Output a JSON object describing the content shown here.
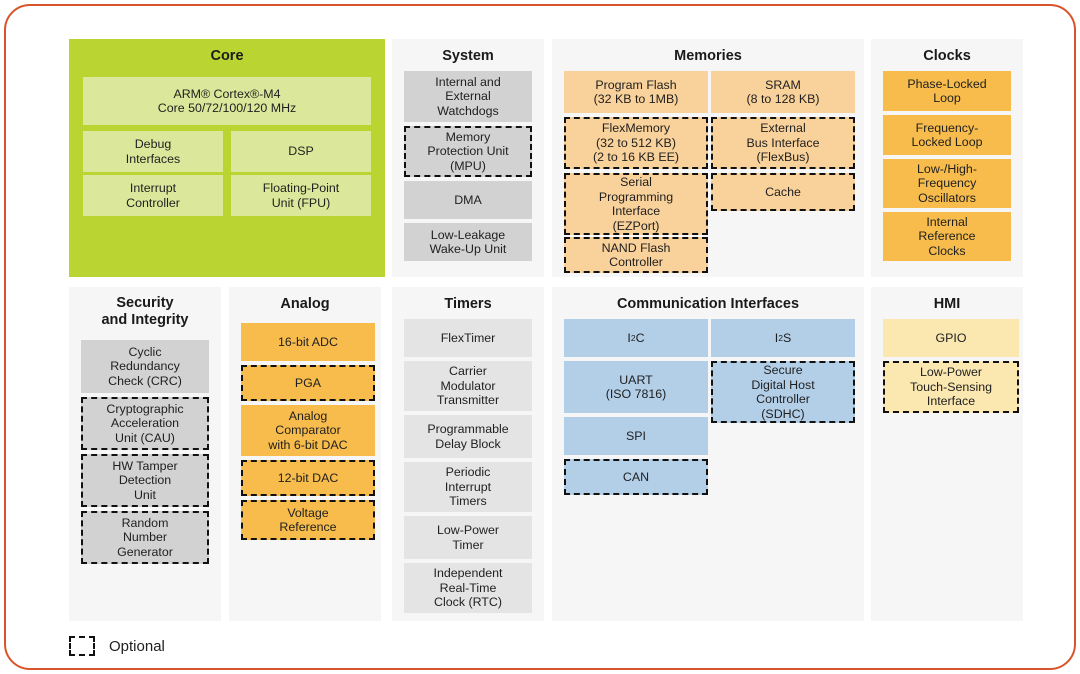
{
  "legend": {
    "optional_label": "Optional",
    "swatch_name": "dashed-box"
  },
  "colors": {
    "frame_border": "#d9542b",
    "core_panel": "#bad532",
    "core_block": "#dbe79a",
    "panel_bg": "#f6f6f6",
    "gray_block": "#d2d2d2",
    "timer_block": "#e4e4e4",
    "orange_block": "#f7bc4b",
    "peach_block": "#f9d19a",
    "blue_block": "#b3cfe8",
    "cream_block": "#fbe7b0"
  },
  "panels": {
    "core": {
      "title": "Core",
      "blocks": [
        {
          "label": "ARM® Cortex®-M4\nCore 50/72/100/120 MHz",
          "optional": false
        },
        {
          "label": "Debug\nInterfaces",
          "optional": false
        },
        {
          "label": "DSP",
          "optional": false
        },
        {
          "label": "Interrupt\nController",
          "optional": false
        },
        {
          "label": "Floating-Point\nUnit (FPU)",
          "optional": false
        }
      ]
    },
    "system": {
      "title": "System",
      "blocks": [
        {
          "label": "Internal and\nExternal\nWatchdogs",
          "optional": false
        },
        {
          "label": "Memory\nProtection Unit\n(MPU)",
          "optional": true
        },
        {
          "label": "DMA",
          "optional": false
        },
        {
          "label": "Low-Leakage\nWake-Up Unit",
          "optional": false
        }
      ]
    },
    "memories": {
      "title": "Memories",
      "blocks_left": [
        {
          "label": "Program Flash\n(32 KB to 1MB)",
          "optional": false
        },
        {
          "label": "FlexMemory\n(32 to 512 KB)\n(2 to 16 KB EE)",
          "optional": true
        },
        {
          "label": "Serial\nProgramming\nInterface\n(EZPort)",
          "optional": true
        },
        {
          "label": "NAND Flash\nController",
          "optional": true
        }
      ],
      "blocks_right": [
        {
          "label": "SRAM\n(8 to 128 KB)",
          "optional": false
        },
        {
          "label": "External\nBus Interface\n(FlexBus)",
          "optional": true
        },
        {
          "label": "Cache",
          "optional": true
        }
      ]
    },
    "clocks": {
      "title": "Clocks",
      "blocks": [
        {
          "label": "Phase-Locked\nLoop",
          "optional": false
        },
        {
          "label": "Frequency-\nLocked Loop",
          "optional": false
        },
        {
          "label": "Low-/High-\nFrequency\nOscillators",
          "optional": false
        },
        {
          "label": "Internal\nReference\nClocks",
          "optional": false
        }
      ]
    },
    "security": {
      "title": "Security\nand Integrity",
      "blocks": [
        {
          "label": "Cyclic\nRedundancy\nCheck (CRC)",
          "optional": false
        },
        {
          "label": "Cryptographic\nAcceleration\nUnit (CAU)",
          "optional": true
        },
        {
          "label": "HW Tamper\nDetection\nUnit",
          "optional": true
        },
        {
          "label": "Random\nNumber\nGenerator",
          "optional": true
        }
      ]
    },
    "analog": {
      "title": "Analog",
      "blocks": [
        {
          "label": "16-bit ADC",
          "optional": false
        },
        {
          "label": "PGA",
          "optional": true
        },
        {
          "label": "Analog\nComparator\nwith 6-bit DAC",
          "optional": false
        },
        {
          "label": "12-bit DAC",
          "optional": true
        },
        {
          "label": "Voltage\nReference",
          "optional": true
        }
      ]
    },
    "timers": {
      "title": "Timers",
      "blocks": [
        {
          "label": "FlexTimer",
          "optional": false
        },
        {
          "label": "Carrier\nModulator\nTransmitter",
          "optional": false
        },
        {
          "label": "Programmable\nDelay Block",
          "optional": false
        },
        {
          "label": "Periodic\nInterrupt\nTimers",
          "optional": false
        },
        {
          "label": "Low-Power\nTimer",
          "optional": false
        },
        {
          "label": "Independent\nReal-Time\nClock (RTC)",
          "optional": false
        }
      ]
    },
    "comms": {
      "title": "Communication Interfaces",
      "blocks_left": [
        {
          "label": "I²C",
          "optional": false
        },
        {
          "label": "UART\n(ISO 7816)",
          "optional": false
        },
        {
          "label": "SPI",
          "optional": false
        },
        {
          "label": "CAN",
          "optional": true
        }
      ],
      "blocks_right": [
        {
          "label": "I²S",
          "optional": false
        },
        {
          "label": "Secure\nDigital Host\nController\n(SDHC)",
          "optional": true
        }
      ]
    },
    "hmi": {
      "title": "HMI",
      "blocks": [
        {
          "label": "GPIO",
          "optional": false
        },
        {
          "label": "Low-Power\nTouch-Sensing\nInterface",
          "optional": true
        }
      ]
    }
  }
}
